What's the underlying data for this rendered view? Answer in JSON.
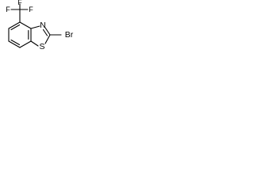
{
  "molecule": {
    "atoms": {
      "fluorine_top": "F",
      "fluorine_left": "F",
      "fluorine_right": "F",
      "nitrogen": "N",
      "sulfur": "S",
      "bromine": "Br"
    }
  }
}
